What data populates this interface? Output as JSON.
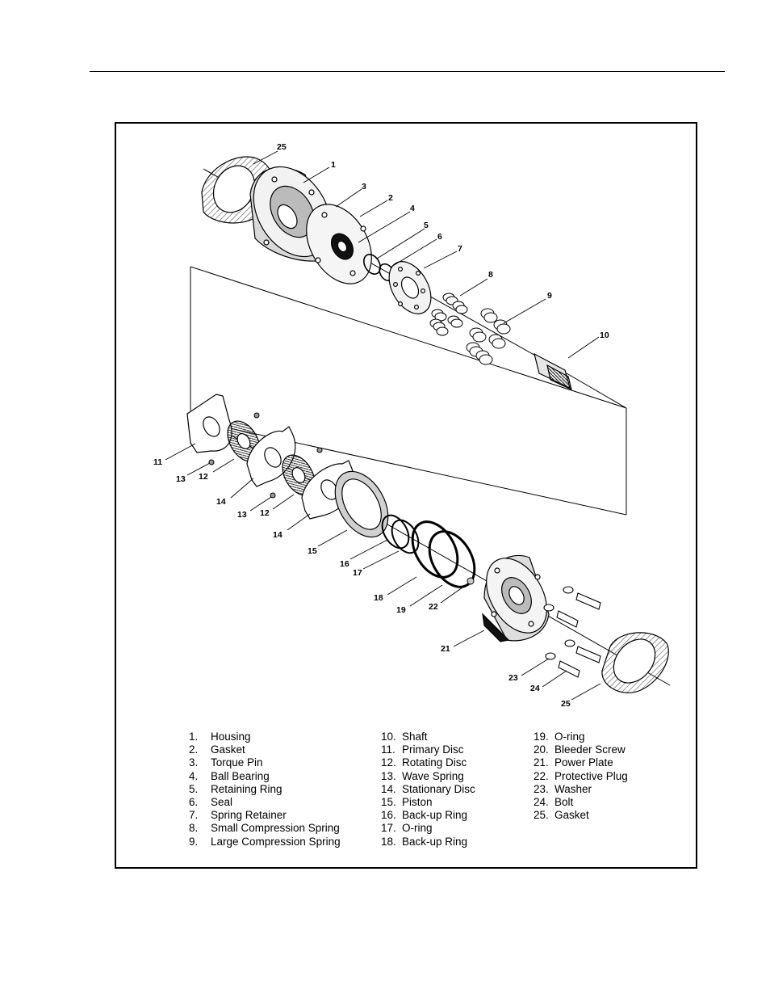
{
  "figure": {
    "callouts": [
      "25",
      "1",
      "3",
      "2",
      "4",
      "5",
      "6",
      "7",
      "8",
      "9",
      "10",
      "11",
      "13",
      "12",
      "14",
      "13",
      "12",
      "14",
      "15",
      "16",
      "17",
      "18",
      "19",
      "22",
      "21",
      "23",
      "24",
      "25"
    ],
    "legend_columns": [
      [
        {
          "num": "1.",
          "label": "Housing"
        },
        {
          "num": "2.",
          "label": "Gasket"
        },
        {
          "num": "3.",
          "label": "Torque Pin"
        },
        {
          "num": "4.",
          "label": "Ball Bearing"
        },
        {
          "num": "5.",
          "label": "Retaining Ring"
        },
        {
          "num": "6.",
          "label": "Seal"
        },
        {
          "num": "7.",
          "label": "Spring Retainer"
        },
        {
          "num": "8.",
          "label": "Small Compression Spring"
        },
        {
          "num": "9.",
          "label": "Large Compression Spring"
        }
      ],
      [
        {
          "num": "10.",
          "label": "Shaft"
        },
        {
          "num": "11.",
          "label": "Primary Disc"
        },
        {
          "num": "12.",
          "label": "Rotating Disc"
        },
        {
          "num": "13.",
          "label": "Wave Spring"
        },
        {
          "num": "14.",
          "label": "Stationary Disc"
        },
        {
          "num": "15.",
          "label": "Piston"
        },
        {
          "num": "16.",
          "label": "Back-up Ring"
        },
        {
          "num": "17.",
          "label": "O-ring"
        },
        {
          "num": "18.",
          "label": "Back-up Ring"
        }
      ],
      [
        {
          "num": "19.",
          "label": "O-ring"
        },
        {
          "num": "20.",
          "label": "Bleeder Screw"
        },
        {
          "num": "21.",
          "label": "Power Plate"
        },
        {
          "num": "22.",
          "label": "Protective Plug"
        },
        {
          "num": "23.",
          "label": "Washer"
        },
        {
          "num": "24.",
          "label": "Bolt"
        },
        {
          "num": "25.",
          "label": "Gasket"
        }
      ]
    ]
  }
}
